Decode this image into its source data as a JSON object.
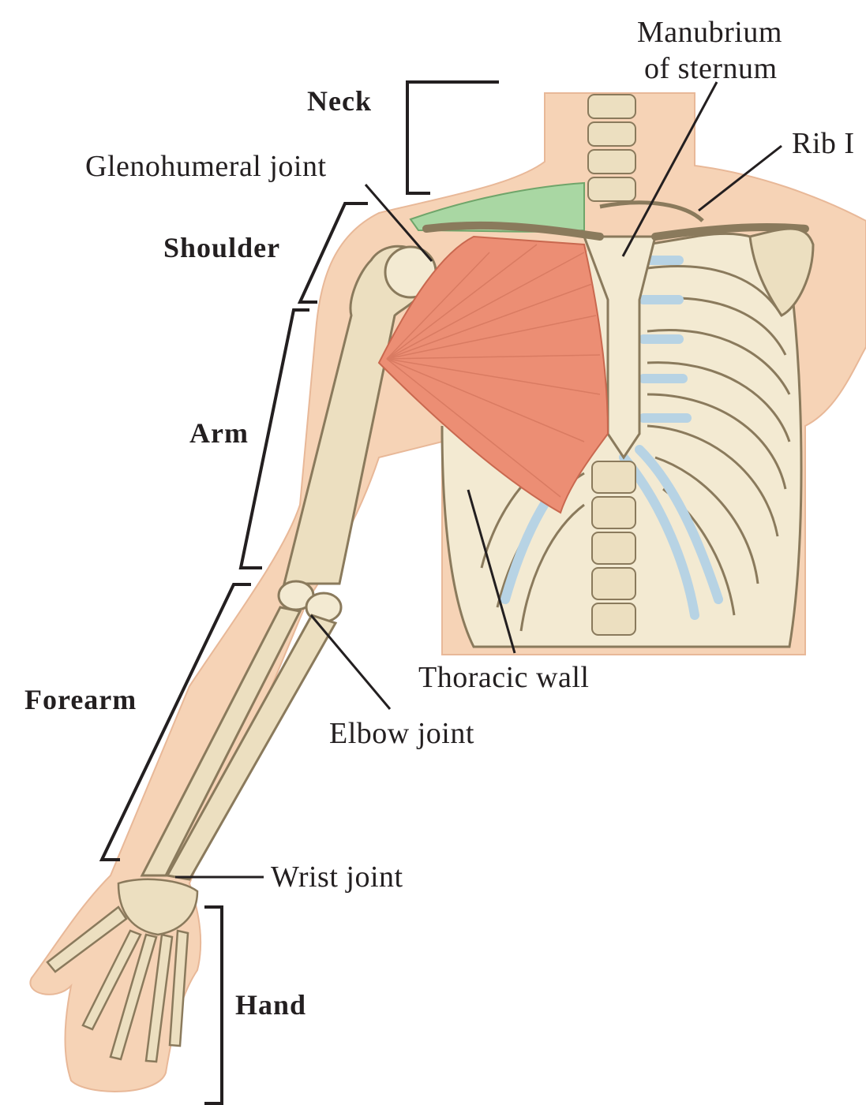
{
  "regions": {
    "neck": "Neck",
    "shoulder": "Shoulder",
    "arm": "Arm",
    "forearm": "Forearm",
    "hand": "Hand"
  },
  "structures": {
    "manubrium_line1": "Manubrium",
    "manubrium_line2": "of sternum",
    "rib1": "Rib I",
    "glenohumeral": "Glenohumeral joint",
    "thoracic_wall": "Thoracic wall",
    "elbow": "Elbow joint",
    "wrist": "Wrist joint"
  },
  "colors": {
    "skin": "#f6d3b6",
    "bone": "#ecdfc0",
    "bone_outline": "#8a7a5c",
    "muscle": "#ec8e74",
    "cartilage": "#b7d3e4",
    "clavicle_region": "#a9d7a3",
    "leader": "#231f20"
  }
}
